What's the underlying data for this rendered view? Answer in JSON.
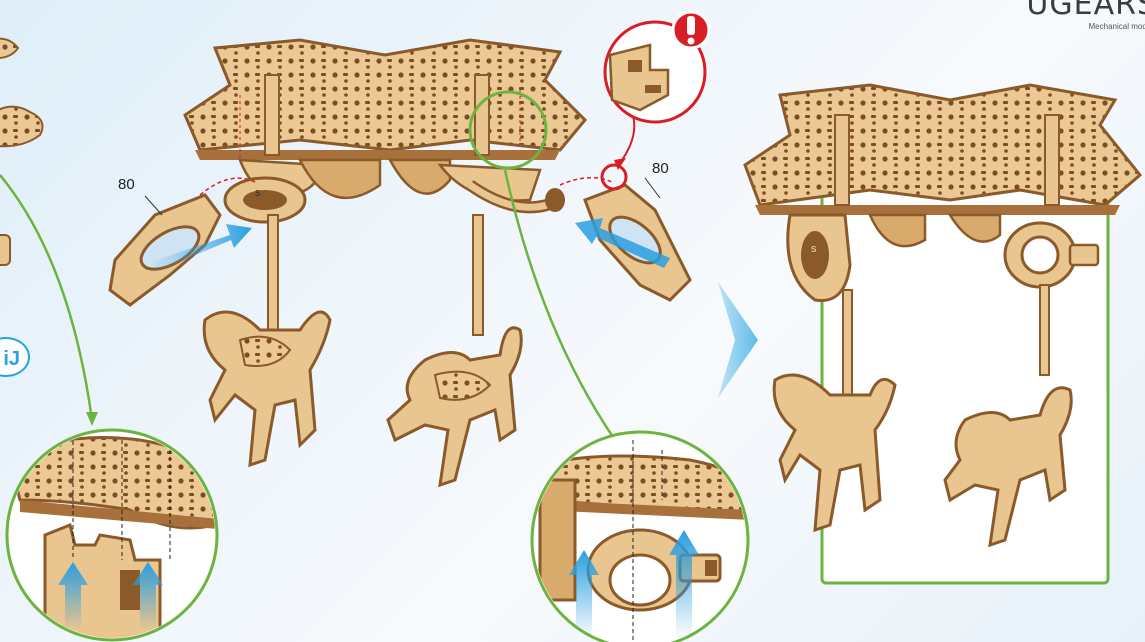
{
  "brand": {
    "logo_text": "UGEARS",
    "tagline": "Mechanical models"
  },
  "part_labels": {
    "left": "80",
    "right": "80"
  },
  "step_badge": "iJ",
  "colors": {
    "wood_light": "#e9c58f",
    "wood_dark": "#8a5a2b",
    "arrow_blue": "#2a9ee0",
    "guide_green": "#6cb33f",
    "warning_red": "#d81e24"
  },
  "icons": [
    "warning-exclamation-icon",
    "next-step-arrow-icon",
    "insert-arrow-icon"
  ]
}
